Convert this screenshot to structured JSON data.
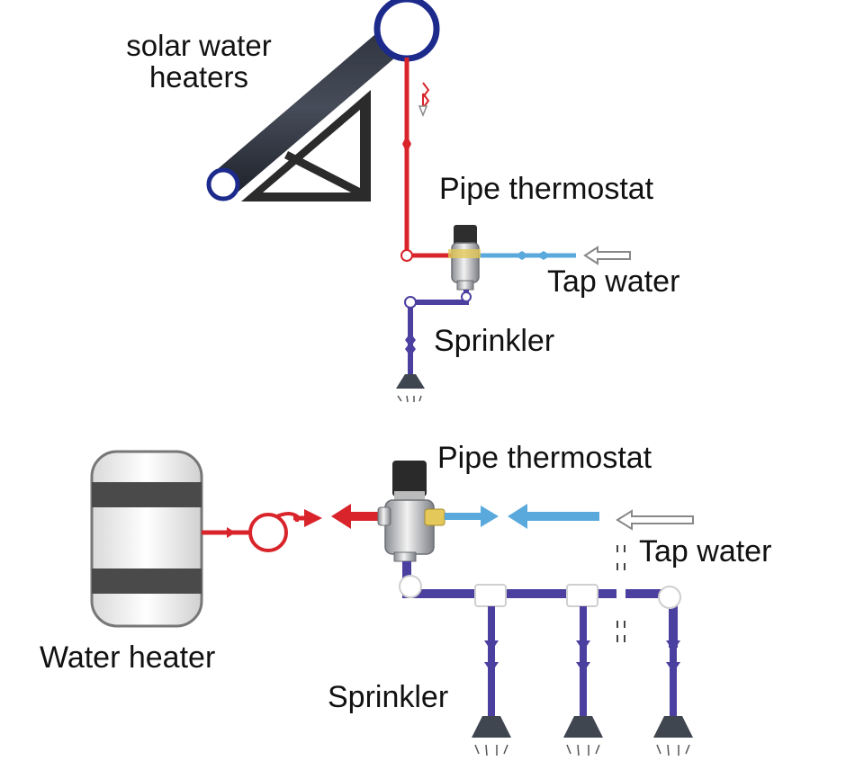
{
  "labels": {
    "solar_water_heaters_line1": "solar water",
    "solar_water_heaters_line2": "heaters",
    "pipe_thermostat_top": "Pipe thermostat",
    "tap_water_top": "Tap water",
    "sprinkler_top": "Sprinkler",
    "pipe_thermostat_bottom": "Pipe thermostat",
    "tap_water_bottom": "Tap water",
    "water_heater": "Water heater",
    "sprinkler_bottom": "Sprinkler"
  },
  "colors": {
    "hot_pipe": "#d8242a",
    "cold_pipe": "#5aa9dd",
    "mixed_pipe": "#4b3fa0",
    "panel_dark": "#2e3340",
    "panel_ring": "#1c2a8c",
    "frame": "#2b2b2b",
    "heater_band": "#4a4a4a",
    "sprinkler_head": "#3f4650"
  },
  "icons": {
    "thermostat_valve": "thermostatic-mixing-valve-icon",
    "pump": "circulation-pump-icon",
    "sprinkler": "sprinkler-head-icon",
    "solar_panel": "solar-collector-icon",
    "water_heater": "water-tank-icon"
  }
}
